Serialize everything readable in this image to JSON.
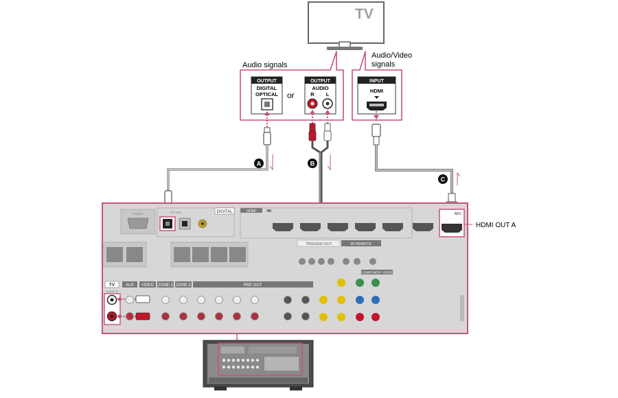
{
  "tv": {
    "label": "TV"
  },
  "callouts": {
    "audio_signals": "Audio signals",
    "av_signals_line1": "Audio/Video",
    "av_signals_line2": "signals",
    "hdmi_out": "HDMI OUT A",
    "or_text": "or"
  },
  "boxes": {
    "digital": {
      "header": "OUTPUT",
      "line1": "DIGITAL",
      "line2": "OPTICAL"
    },
    "analog": {
      "header": "OUTPUT",
      "line1": "AUDIO",
      "r": "R",
      "l": "L"
    },
    "hdmi": {
      "header": "INPUT",
      "line1": "HDMI"
    }
  },
  "cable_markers": [
    "A",
    "B",
    "C"
  ],
  "receiver": {
    "rs232c": "RS232C",
    "digital_tag": "DIGITAL",
    "optical_label": "OPTICAL",
    "hdmi_tag": "HDMI",
    "hdmi_4k": "4K",
    "arc": "ARC",
    "trigger_out": "TRIGGER OUT",
    "ir_remote": "IR REMOTE",
    "tv_tag": "TV",
    "audio_in": "AUDIO IN",
    "aux": "AUX",
    "video": "VIDEO",
    "zone3": "ZONE 3",
    "zone2": "ZONE 2",
    "pre_out": "PRE OUT",
    "component_video": "COMPONENT VIDEO"
  },
  "colors": {
    "accent": "#c9507e",
    "panel": "#d7d7d7",
    "cable": "#555555",
    "red_jack": "#c4162a",
    "yellow_jack": "#e0c000",
    "green_jack": "#3a8f50"
  }
}
